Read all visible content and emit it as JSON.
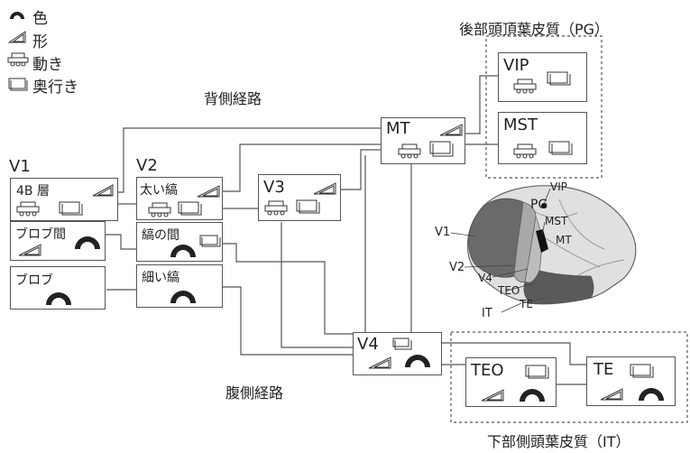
{
  "legend": {
    "color": "色",
    "form": "形",
    "motion": "動き",
    "depth": "奥行き"
  },
  "pathways": {
    "dorsal": "背側経路",
    "ventral": "腹側経路"
  },
  "regions": {
    "posterior_parietal": "後部頭頂葉皮質（PG）",
    "inferior_temporal": "下部側頭葉皮質（IT）"
  },
  "areas": {
    "v1": "V1",
    "v2": "V2",
    "v3": "V3",
    "v4": "V4",
    "mt": "MT",
    "vip": "VIP",
    "mst": "MST",
    "teo": "TEO",
    "te": "TE"
  },
  "compartments": {
    "layer_4b": "4B 層",
    "interblob": "ブロブ間",
    "blob": "ブロブ",
    "thick_stripe": "太い縞",
    "interstripe": "縞の間",
    "thin_stripe": "細い縞"
  },
  "brain": {
    "v1": "V1",
    "v2": "V2",
    "v4": "V4",
    "teo": "TEO",
    "te": "TE",
    "it": "IT",
    "pg": "PG",
    "vip": "VIP",
    "mst": "MST",
    "mt": "MT"
  },
  "colors": {
    "line": "#555555",
    "region_border": "#555555",
    "brain_light": "#d9d9d9",
    "brain_mid": "#a9a9a9",
    "brain_dark": "#595959",
    "mt_black": "#111111"
  }
}
